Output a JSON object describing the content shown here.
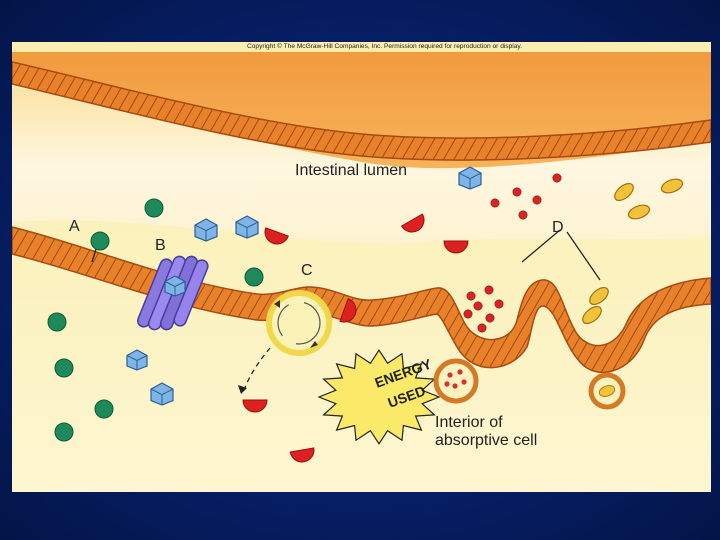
{
  "copyright": "Copyright © The McGraw-Hill Companies, Inc. Permission required for reproduction or display.",
  "labels": {
    "lumen": "Intestinal lumen",
    "a": "A",
    "b": "B",
    "c": "C",
    "d": "D",
    "energy_line1": "ENERGY",
    "energy_line2": "USED",
    "interior_line1": "Interior of",
    "interior_line2": "absorptive cell"
  },
  "colors": {
    "slide_background": "#082270",
    "membrane": "#e8812a",
    "lumen": "#fdf4d6",
    "cell_interior": "#fbf0b0",
    "green_molecule": "#1e8a5a",
    "blue_molecule": "#7fb4e6",
    "red_molecule": "#dd2020",
    "lipid_droplet": "#f2c33a",
    "carrier_protein": "#8a7ae0",
    "starburst": "#fbe96a"
  },
  "icons": {
    "green": "green-sphere-molecule",
    "blue": "blue-cube-molecule",
    "red": "red-semicircle-molecule",
    "lipid": "lipid-droplet",
    "protein": "carrier-protein",
    "vesicle": "endocytic-vesicle"
  }
}
